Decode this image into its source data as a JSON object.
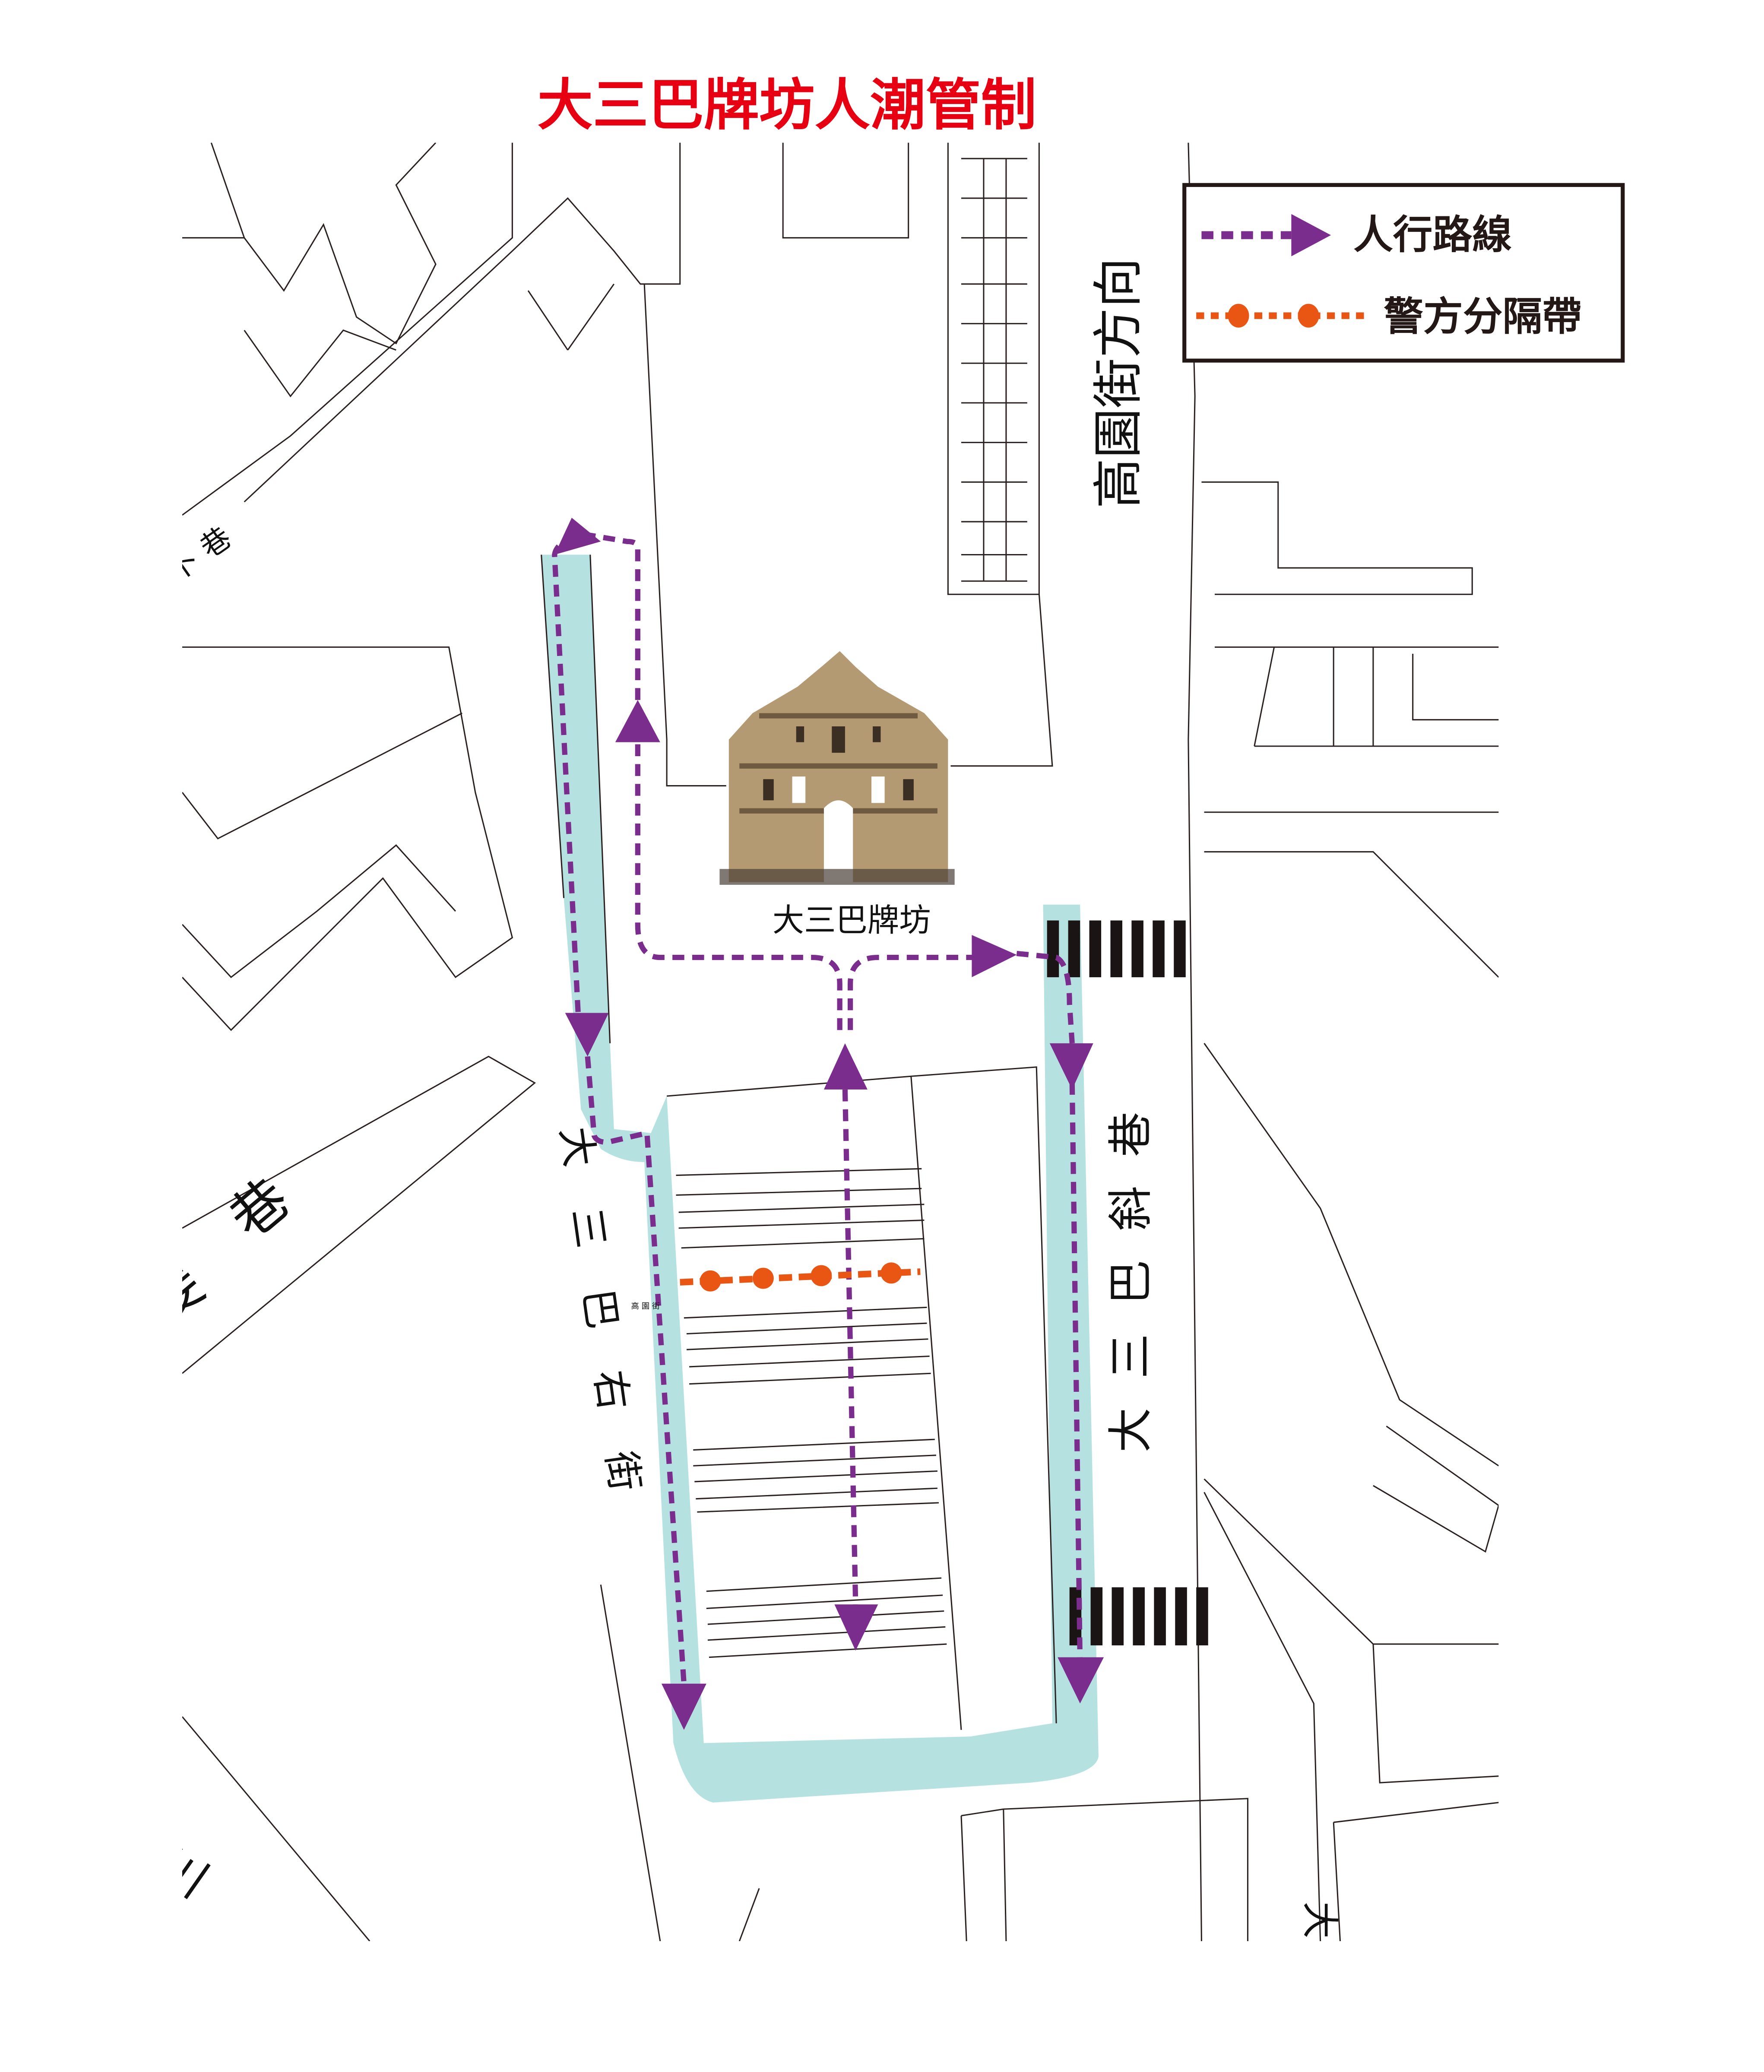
{
  "title": "大三巴牌坊人潮管制",
  "legend": {
    "pedestrian_route": "人行路線",
    "police_barrier": "警方分隔帶"
  },
  "landmark": {
    "label": "大三巴牌坊"
  },
  "streets": {
    "direction_label": "高園街方向",
    "right_lane": "大三巴斜巷",
    "left_street": "大三巴右街",
    "small_label": "高 園 街",
    "left_lane_top": "卜 巷",
    "left_lane_mid_1": "巷",
    "left_lane_mid_2": "斐",
    "bottom_left": "三",
    "bottom_right": "大"
  },
  "colors": {
    "title": "#e60012",
    "route": "#7b2d8e",
    "barrier": "#e95513",
    "zone": "#b5e2e0",
    "crosswalk": "#1a1414"
  }
}
